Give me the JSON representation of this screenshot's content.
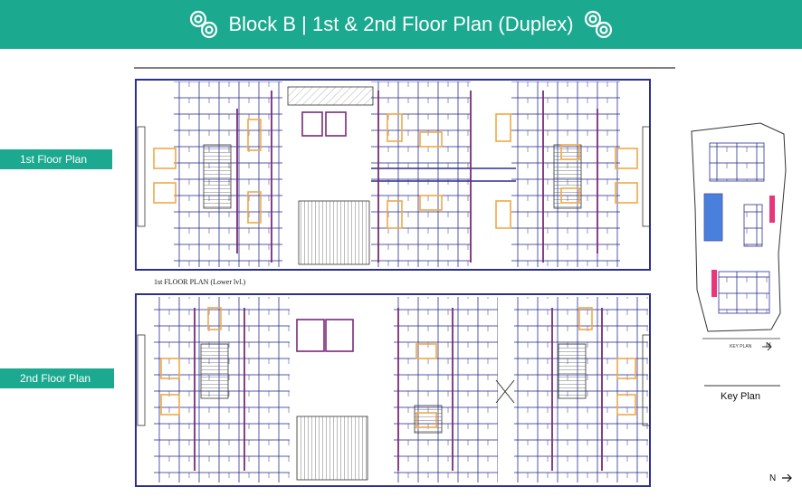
{
  "header": {
    "title": "Block B | 1st & 2nd Floor Plan (Duplex)",
    "background": "#1ba98f",
    "ornament_icon": "swirl-ornament-icon"
  },
  "labels": {
    "first_floor": "1st Floor Plan",
    "second_floor": "2nd Floor Plan",
    "first_floor_caption": "1st FLOOR PLAN (Lower lvl.)",
    "key_plan": "Key Plan",
    "north": "N",
    "key_plan_caption": "KEY PLAN",
    "key_plan_north": "N"
  },
  "colors": {
    "accent": "#1ba98f",
    "walls": "#2b2f8f",
    "furniture": "#f0a848",
    "partitions": "#7a2a7a",
    "highlight": "#e8367a"
  }
}
